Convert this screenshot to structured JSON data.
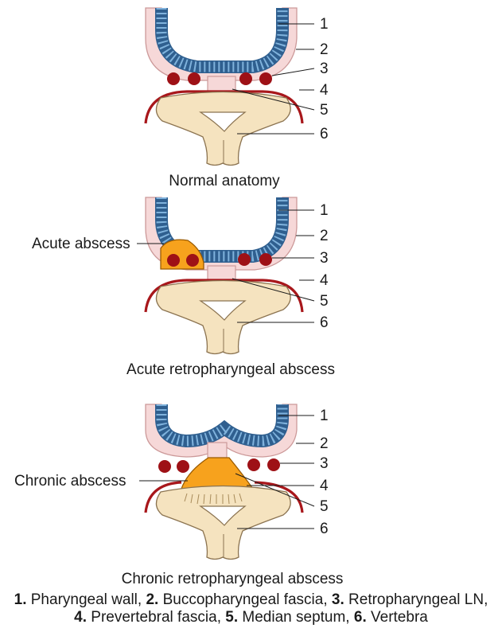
{
  "panels": [
    {
      "caption": "Normal anatomy",
      "abscess_label": "",
      "numbers": [
        "1",
        "2",
        "3",
        "4",
        "5",
        "6"
      ]
    },
    {
      "caption": "Acute retropharyngeal abscess",
      "abscess_label": "Acute abscess",
      "numbers": [
        "1",
        "2",
        "3",
        "4",
        "5",
        "6"
      ]
    },
    {
      "caption": "Chronic retropharyngeal abscess",
      "abscess_label": "Chronic  abscess",
      "numbers": [
        "1",
        "2",
        "3",
        "4",
        "5",
        "6"
      ]
    }
  ],
  "legend": {
    "items": [
      {
        "num": "1.",
        "text": " Pharyngeal wall, "
      },
      {
        "num": "2.",
        "text": " Buccopharyngeal fascia, "
      },
      {
        "num": "3.",
        "text": " Retropharyngeal LN,"
      },
      {
        "num": "4.",
        "text": " Prevertebral fascia, "
      },
      {
        "num": "5.",
        "text": " Median septum, "
      },
      {
        "num": "6.",
        "text": " Vertebra"
      }
    ]
  },
  "colors": {
    "mucosa": "#7fb2dc",
    "mucosa_stroke": "#2f5f8f",
    "pharyngeal_wall": "#f6d8d8",
    "fascia": "#a8171b",
    "lymph_node": "#9e1116",
    "vertebra": "#f5e3bf",
    "vertebra_stroke": "#8b7350",
    "abscess": "#f7a21d",
    "abscess_stroke": "#9a5a00"
  }
}
